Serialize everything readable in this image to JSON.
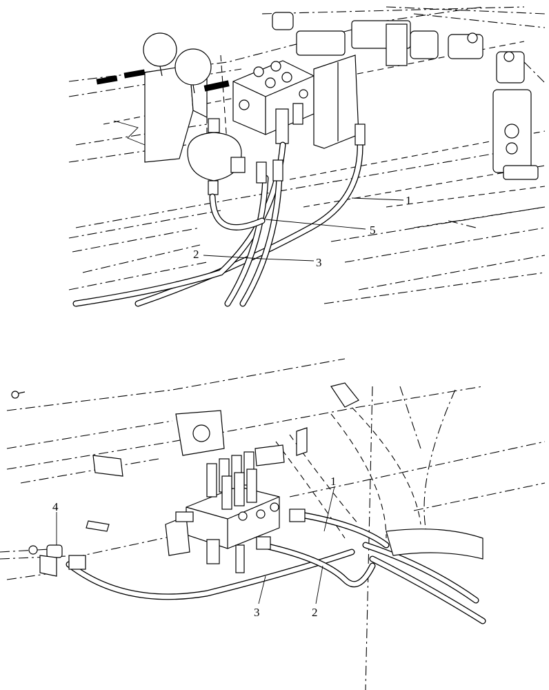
{
  "views": [
    {
      "id": "upper",
      "callouts": [
        {
          "id": "c1",
          "label": "1"
        },
        {
          "id": "c5",
          "label": "5"
        },
        {
          "id": "c2",
          "label": "2"
        },
        {
          "id": "c3",
          "label": "3"
        }
      ]
    },
    {
      "id": "lower",
      "callouts": [
        {
          "id": "c4",
          "label": "4"
        },
        {
          "id": "c1",
          "label": "1"
        },
        {
          "id": "c3",
          "label": "3"
        },
        {
          "id": "c2",
          "label": "2"
        }
      ]
    }
  ]
}
